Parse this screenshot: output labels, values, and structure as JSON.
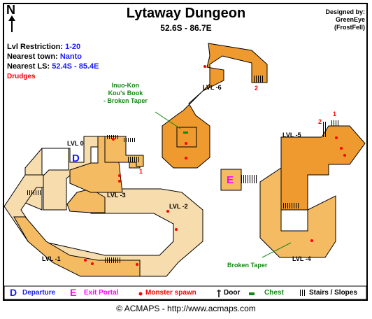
{
  "title": "Lytaway Dungeon",
  "coordinates": "52.6S - 86.7E",
  "designer": {
    "line1": "Designed by:",
    "line2": "GreenEye",
    "line3": "(FrostFell)"
  },
  "compass": "N",
  "info": {
    "lvl_label": "Lvl Restriction:",
    "lvl_value": "1-20",
    "town_label": "Nearest town:",
    "town_value": "Nanto",
    "ls_label": "Nearest LS:",
    "ls_value": "52.4S - 85.4E",
    "monsters": "Drudges"
  },
  "levels": {
    "l0": "LVL 0",
    "l1": "LVL -1",
    "l2": "LVL -2",
    "l3": "LVL -3",
    "l4": "LVL -4",
    "l5": "LVL -5",
    "l6": "LVL -6"
  },
  "markers": {
    "departure": "D",
    "exit": "E",
    "num1a": "1",
    "num1b": "1",
    "num2a": "2",
    "num2b": "2"
  },
  "notes": {
    "book1": "Inuo-Kon",
    "book2": "Kou's Book",
    "taper1": "- Broken Taper",
    "taper2": "Broken Taper"
  },
  "legend": {
    "d_letter": "D",
    "d_label": "Departure",
    "e_letter": "E",
    "e_label": "Exit Portal",
    "spawn_label": "Monster spawn",
    "door_label": "Door",
    "chest_label": "Chest",
    "stairs_label": "Stairs / Slopes"
  },
  "copyright": "© ACMAPS - http://www.acmaps.com",
  "colors": {
    "light": "#f7dcae",
    "mid": "#f5bb62",
    "dark": "#ee9a2f",
    "deep": "#e8891c",
    "spawn": "#ff0000",
    "blue": "#1a1aff",
    "magenta": "#ff00ff",
    "green": "#118811"
  }
}
